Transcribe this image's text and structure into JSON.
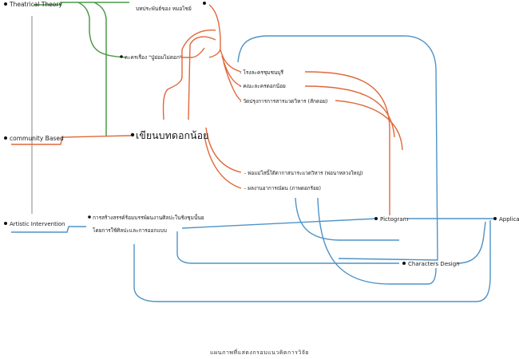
{
  "colors": {
    "green": "#4a9a4a",
    "orange": "#e0683a",
    "blue": "#4f93c7",
    "gray": "#9a9a9a",
    "text": "#1a1a1a"
  },
  "nodes": {
    "theatrical_theory": "Theatrical Theory",
    "community_based": "community Based",
    "artistic_intervention": "Artistic Intervention",
    "top_thai": "บทประพันธ์ของ หมอไชย์",
    "thai_play": "ละครเรื่อง \"ปู่ย่อมไม่ดอก\"",
    "main_thai": "เขียนบทดอกน้อย",
    "orange_item_1": "- โรงละครชุมชนบุรี",
    "orange_item_2": "- คณะละครดอกน้อย",
    "orange_item_3": "- วัดปรุงการการสารแวดวิหาร (สักดอย)",
    "orange_item_4": "- พ่อแม่ใสนิ้ใต้ตากาสนาระแวดวิหาร (พ่อนาหลวงใหญ่)",
    "orange_item_5": "- ผลงานอาการณ์ผน (ภาพดอกร้อย)",
    "method_line1": "การสร้างสรรค์ร้อมบรรพ์ผนงานศิลปะในชิงชุมนั้นย",
    "method_line2": "โดยการใช้ศิลปะและการออกแบบ",
    "pictogram": "Pictogram",
    "character_design": "Characters Design",
    "application": "Applicat"
  },
  "caption": "แผนภาพที่แสดงกรอบแนวคิดการวิจัย"
}
